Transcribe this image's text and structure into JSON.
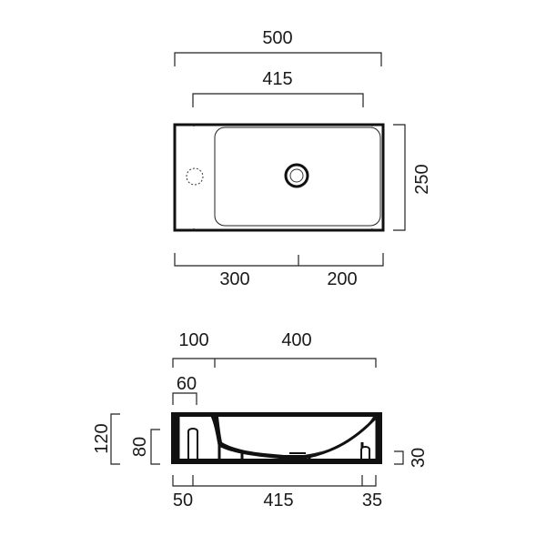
{
  "top_view": {
    "overall_length": "500",
    "basin_length": "415",
    "depth": "250",
    "drain_offset_left": "300",
    "drain_offset_right": "200"
  },
  "section_view": {
    "ledge_width": "100",
    "bowl_width": "400",
    "tap_zone": "60",
    "total_height": "120",
    "ledge_height": "80",
    "drain_height": "30",
    "left_margin": "50",
    "inner_width": "415",
    "right_margin": "35"
  }
}
